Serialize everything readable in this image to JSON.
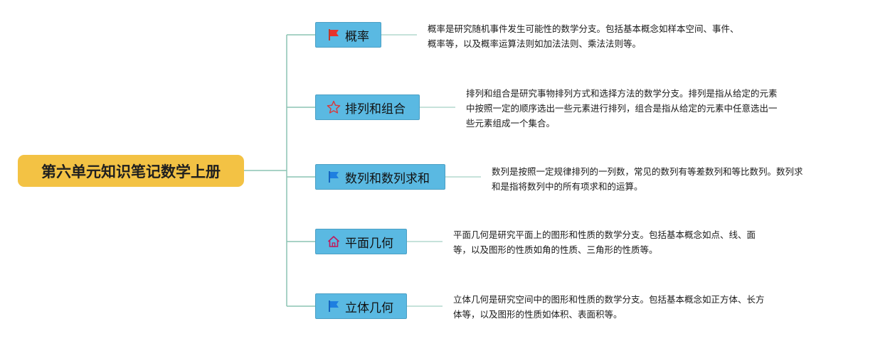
{
  "root": {
    "title": "第六单元知识笔记数学上册",
    "color": "#f3c244"
  },
  "colors": {
    "topic_fill": "#5ab9e2",
    "connector": "#8cc4b4"
  },
  "topics": [
    {
      "label": "概率",
      "icon": "red-flag-icon",
      "note": "概率是研究随机事件发生可能性的数学分支。包括基本概念如样本空间、事件、\n概率等，以及概率运算法则如加法法则、乘法法则等。"
    },
    {
      "label": "排列和组合",
      "icon": "star-outline-icon",
      "note": "排列和组合是研究事物排列方式和选择方法的数学分支。排列是指从给定的元素\n中按照一定的顺序选出一些元素进行排列，组合是指从给定的元素中任意选出一\n些元素组成一个集合。"
    },
    {
      "label": "数列和数列求和",
      "icon": "blue-flag-icon",
      "note": "数列是按照一定规律排列的一列数，常见的数列有等差数列和等比数列。数列求\n和是指将数列中的所有项求和的运算。"
    },
    {
      "label": "平面几何",
      "icon": "house-icon",
      "note": "平面几何是研究平面上的图形和性质的数学分支。包括基本概念如点、线、面\n等，以及图形的性质如角的性质、三角形的性质等。"
    },
    {
      "label": "立体几何",
      "icon": "blue-flag-icon",
      "note": "立体几何是研究空间中的图形和性质的数学分支。包括基本概念如正方体、长方\n体等，以及图形的性质如体积、表面积等。"
    }
  ]
}
